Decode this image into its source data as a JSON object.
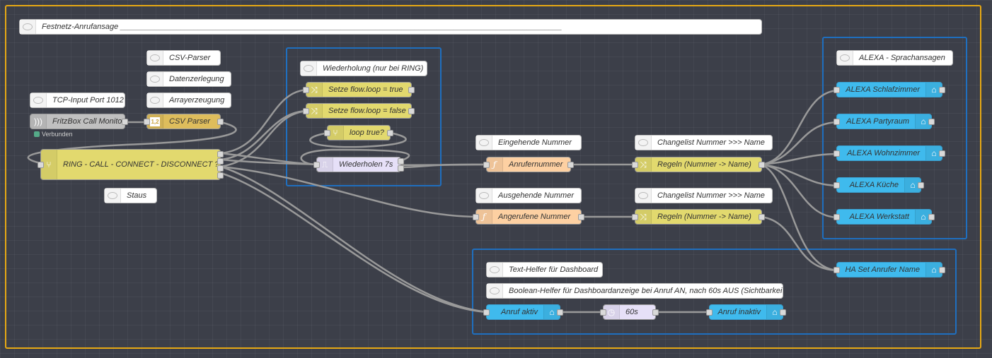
{
  "groups": {
    "outer": "Festnetz-Anrufansage flow group",
    "repeat": "Wiederholung group",
    "alexa": "ALEXA group",
    "dashboard": "Dashboard group"
  },
  "comments": {
    "title": "Festnetz-Anrufansage ______________________________________________________________________________________________________",
    "csv_parser": "CSV-Parser",
    "datenzerlegung": "Datenzerlegung",
    "arrayerzeugung": "Arrayerzeugung",
    "tcp_input": "TCP-Input Port 1012",
    "staus": "Staus",
    "wiederholung": "Wiederholung (nur bei RING)",
    "eingehende": "Eingehende Nummer",
    "ausgehende": "Ausgehende Nummer",
    "changelist1": "Changelist Nummer >>> Name",
    "changelist2": "Changelist Nummer >>> Name",
    "alexa": "ALEXA - Sprachansagen",
    "text_helfer": "Text-Helfer für Dashboard",
    "boolean_helfer": "Boolean-Helfer für Dashboardanzeige bei Anruf AN, nach 60s AUS (Sichtbarkeit)"
  },
  "nodes": {
    "fritzbox": "FritzBox Call Monitor",
    "fritzbox_status": "Verbunden",
    "csv": "CSV Parser",
    "csv_icon_text": "1,2",
    "switch_main": "RING - CALL - CONNECT - DISCONNECT ?",
    "set_true": "Setze flow.loop = true",
    "set_false": "Setze flow.loop = false",
    "loop_true": "loop true?",
    "wiederholen": "Wiederholen 7s",
    "anrufernummer": "Anrufernummer",
    "angerufene": "Angerufene Nummer",
    "regeln1": "Regeln (Nummer -> Name)",
    "regeln2": "Regeln (Nummer -> Name)",
    "alexa_schlafzimmer": "ALEXA Schlafzimmer",
    "alexa_partyraum": "ALEXA Partyraum",
    "alexa_wohnzimmer": "ALEXA Wohnzimmer",
    "alexa_kueche": "ALEXA Küche",
    "alexa_werkstatt": "ALEXA Werkstatt",
    "ha_set": "HA Set Anrufer Name",
    "anruf_aktiv": "Anruf aktiv",
    "delay": "60s",
    "anruf_inaktiv": "Anruf inaktiv"
  },
  "icons": {
    "comment": "speech-bubble-icon",
    "tcp": "tcp-wave-icon",
    "csv": "csv-file-icon",
    "switch": "switch-branch-icon",
    "change": "change-shuffle-icon",
    "function": "function-f-icon",
    "trigger": "trigger-pulse-icon",
    "delay": "timer-icon",
    "ha": "home-assistant-router-icon"
  },
  "colors": {
    "canvas": "#3c3f49",
    "group_outer": "#e6a814",
    "group_inner": "#1f6fbf",
    "switch_change": "#e2d96e",
    "csv": "#debd5c",
    "function": "#fdd0a2",
    "trigger_delay": "#e6e0f8",
    "ha_call": "#3fbaed",
    "tcp": "#c0c0c0",
    "status_ok": "#55aa88"
  }
}
